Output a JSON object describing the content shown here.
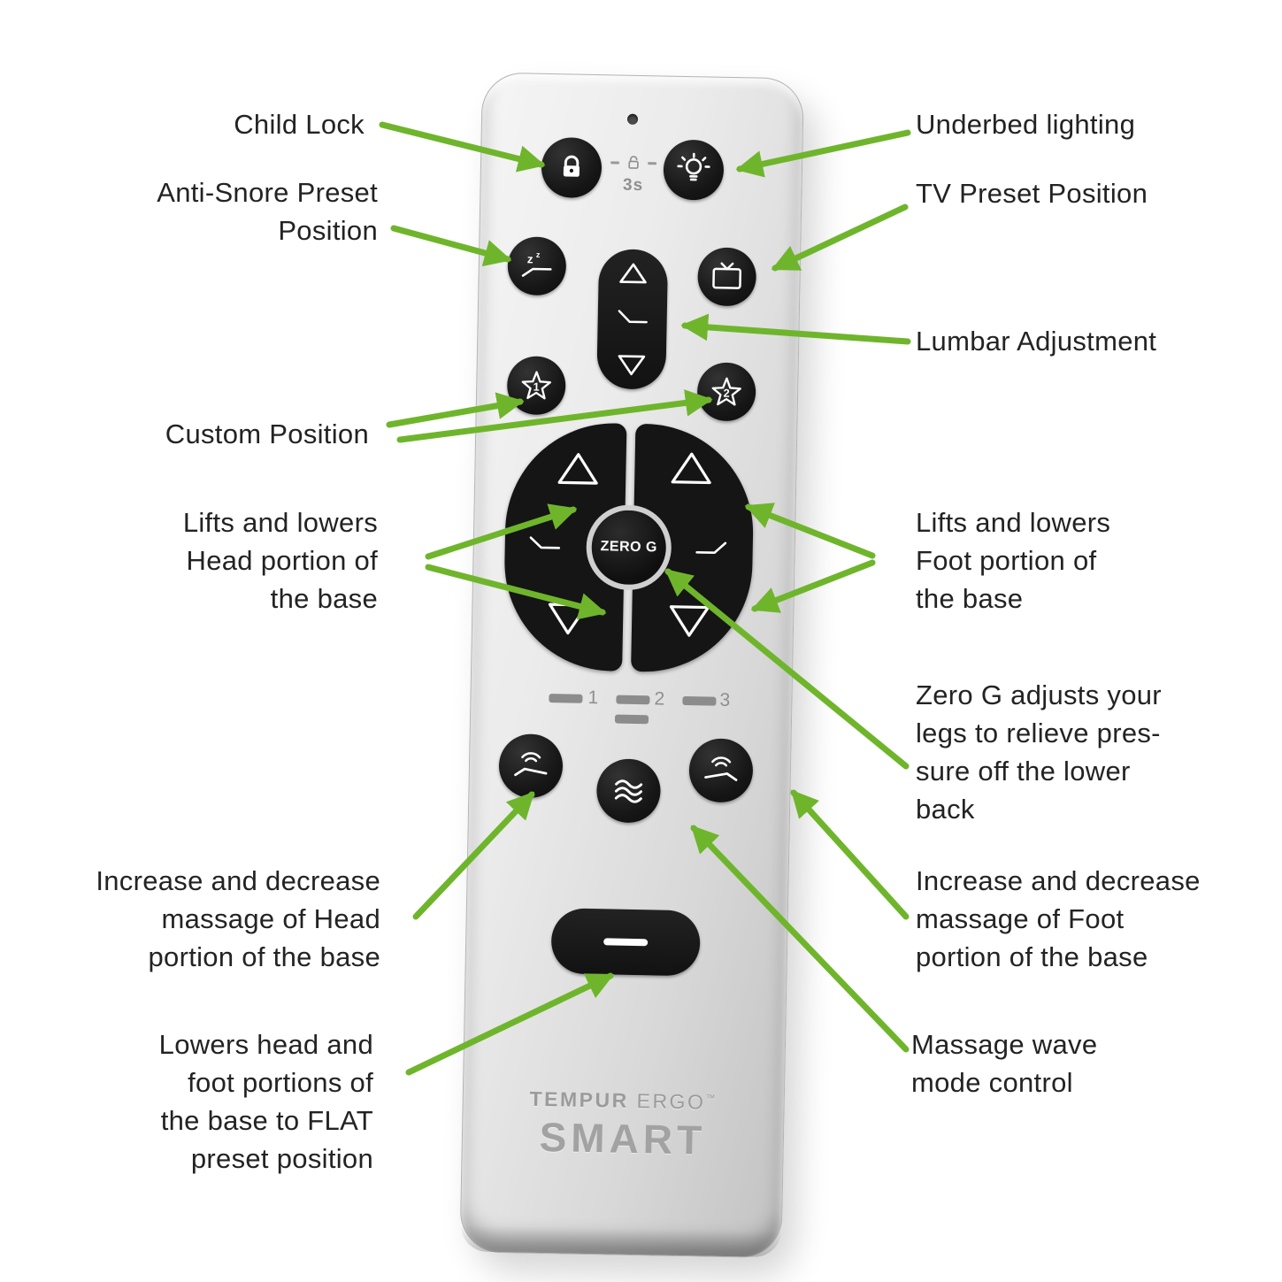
{
  "colors": {
    "arrow_green": "#6fb52c",
    "label_text": "#232323",
    "button_black": "#151515",
    "remote_silver": "#d8d8d8"
  },
  "annotations": {
    "child_lock": "Child Lock",
    "anti_snore": "Anti-Snore Preset\nPosition",
    "custom_position": "Custom Position",
    "lifts_head": "Lifts and lowers\nHead portion of\nthe base",
    "increase_head_massage": "Increase and decrease\nmassage of Head\nportion of the base",
    "lowers_flat": "Lowers head and\nfoot portions of\nthe base to FLAT\npreset position",
    "underbed_lighting": "Underbed lighting",
    "tv_preset": "TV Preset Position",
    "lumbar_adjustment": "Lumbar Adjustment",
    "lifts_foot": "Lifts and lowers\nFoot portion of\nthe base",
    "zero_g_note": "Zero G adjusts your\nlegs to relieve pres-\nsure off the lower\nback",
    "increase_foot_massage": "Increase and decrease\nmassage of Foot\nportion of the base",
    "massage_wave": "Massage wave\nmode control"
  },
  "remote": {
    "hold_time": "3s",
    "zero_g_label": "ZERO G",
    "indicators": [
      "1",
      "2",
      "3"
    ],
    "star_numbers": [
      "1",
      "2"
    ],
    "snore_letters": [
      "z",
      "z"
    ],
    "brand": {
      "tempur": "TEMPUR",
      "ergo": "ERGO",
      "tm": "™",
      "smart": "SMART"
    }
  }
}
